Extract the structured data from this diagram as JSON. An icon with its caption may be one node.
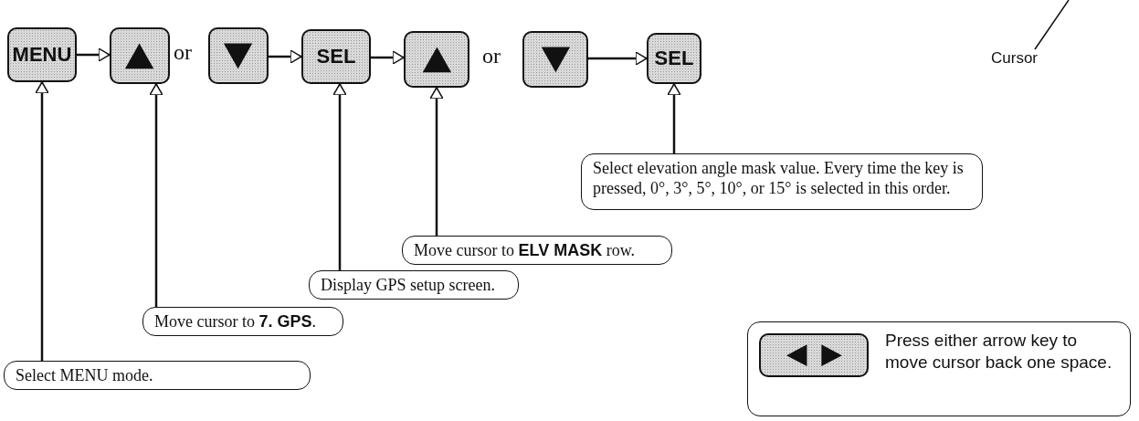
{
  "diagram": {
    "nodes": [
      {
        "text": [
          "MENU"
        ]
      },
      {
        "text": [],
        "shape": "box"
      },
      {
        "text": [],
        "shape": "box"
      },
      {
        "text": [
          "SEL"
        ]
      },
      {
        "text": [],
        "shape": "box"
      },
      {
        "text": [],
        "shape": "box"
      },
      {
        "text": [
          "SEL"
        ]
      },
      {
        "text": [
          "Cursor"
        ]
      },
      {
        "text": [
          "Select elevation angle mask value.  Every time the key is pressed, 0°, 3°, 5°, 10°, or 15° is selected in this order."
        ]
      },
      {
        "text": [
          "Move cursor to **ELV MASK** row."
        ]
      },
      {
        "text": [
          "Display GPS setup screen."
        ]
      },
      {
        "text": [
          "Move cursor to **7. GPS**."
        ]
      },
      {
        "text": [
          "Press either arrow key to move cursor back one space."
        ]
      },
      {
        "text": [],
        "shape": "box",
        "in": 12
      },
      {
        "text": [
          "Select MENU mode."
        ]
      }
    ],
    "edges": [
      {
        "from": 0,
        "to": 1,
        "arrow": "to"
      },
      {
        "from": 2,
        "to": 3,
        "arrow": "to"
      },
      {
        "from": 3,
        "to": 4,
        "arrow": "to"
      },
      {
        "from": 5,
        "to": 6,
        "arrow": "to"
      },
      {
        "from": 14,
        "to": 0,
        "arrow": "to"
      },
      {
        "from": 11,
        "to": 1,
        "arrow": "to"
      },
      {
        "from": 10,
        "to": 3,
        "arrow": "to"
      },
      {
        "from": 9,
        "to": 4,
        "arrow": "to"
      },
      {
        "from": 8,
        "to": 6,
        "arrow": "to"
      },
      {
        "from": 7,
        "to": null,
        "arrow": "none"
      }
    ],
    "labels": [
      "or",
      "or"
    ]
  }
}
